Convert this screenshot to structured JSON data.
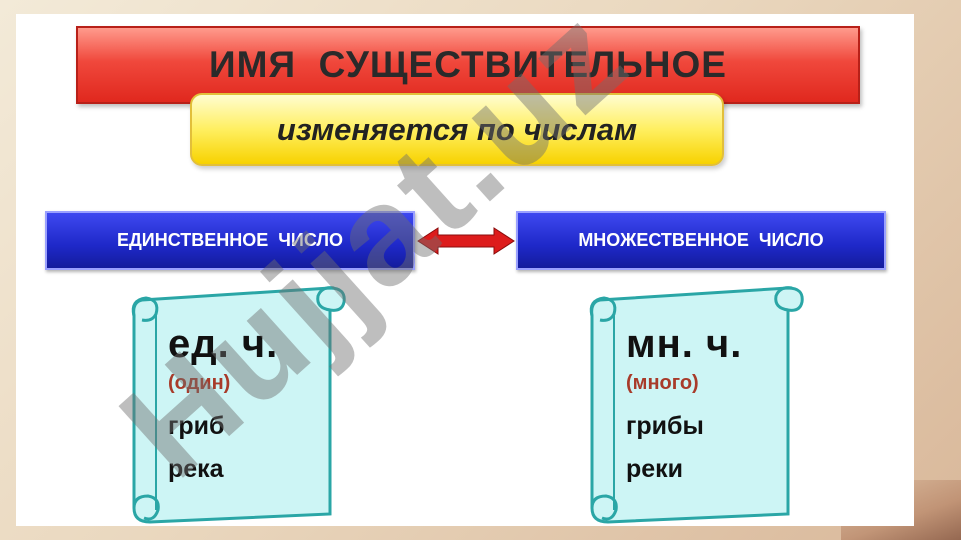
{
  "title": "ИМЯ  СУЩЕСТВИТЕЛЬНОЕ",
  "subtitle": "изменяется по числам",
  "singular": {
    "label": "ЕДИНСТВЕННОЕ  ЧИСЛО",
    "abbr": "ед. ч.",
    "note": "(один)",
    "examples": [
      "гриб",
      "река"
    ]
  },
  "plural": {
    "label": "МНОЖЕСТВЕННОЕ  ЧИСЛО",
    "abbr": "мн. ч.",
    "note": "(много)",
    "examples": [
      "грибы",
      "реки"
    ]
  },
  "watermark": "Hujjat.uz",
  "colors": {
    "title_red": "#e0281e",
    "subtitle_yellow": "#ffef60",
    "number_blue": "#1e28c8",
    "scroll_teal": "#cdf5f5",
    "arrow_red": "#dd1c1c",
    "note_brown": "#a83b2a"
  },
  "icons": {
    "arrow": "double-arrow-icon",
    "scroll": "scroll-icon"
  }
}
